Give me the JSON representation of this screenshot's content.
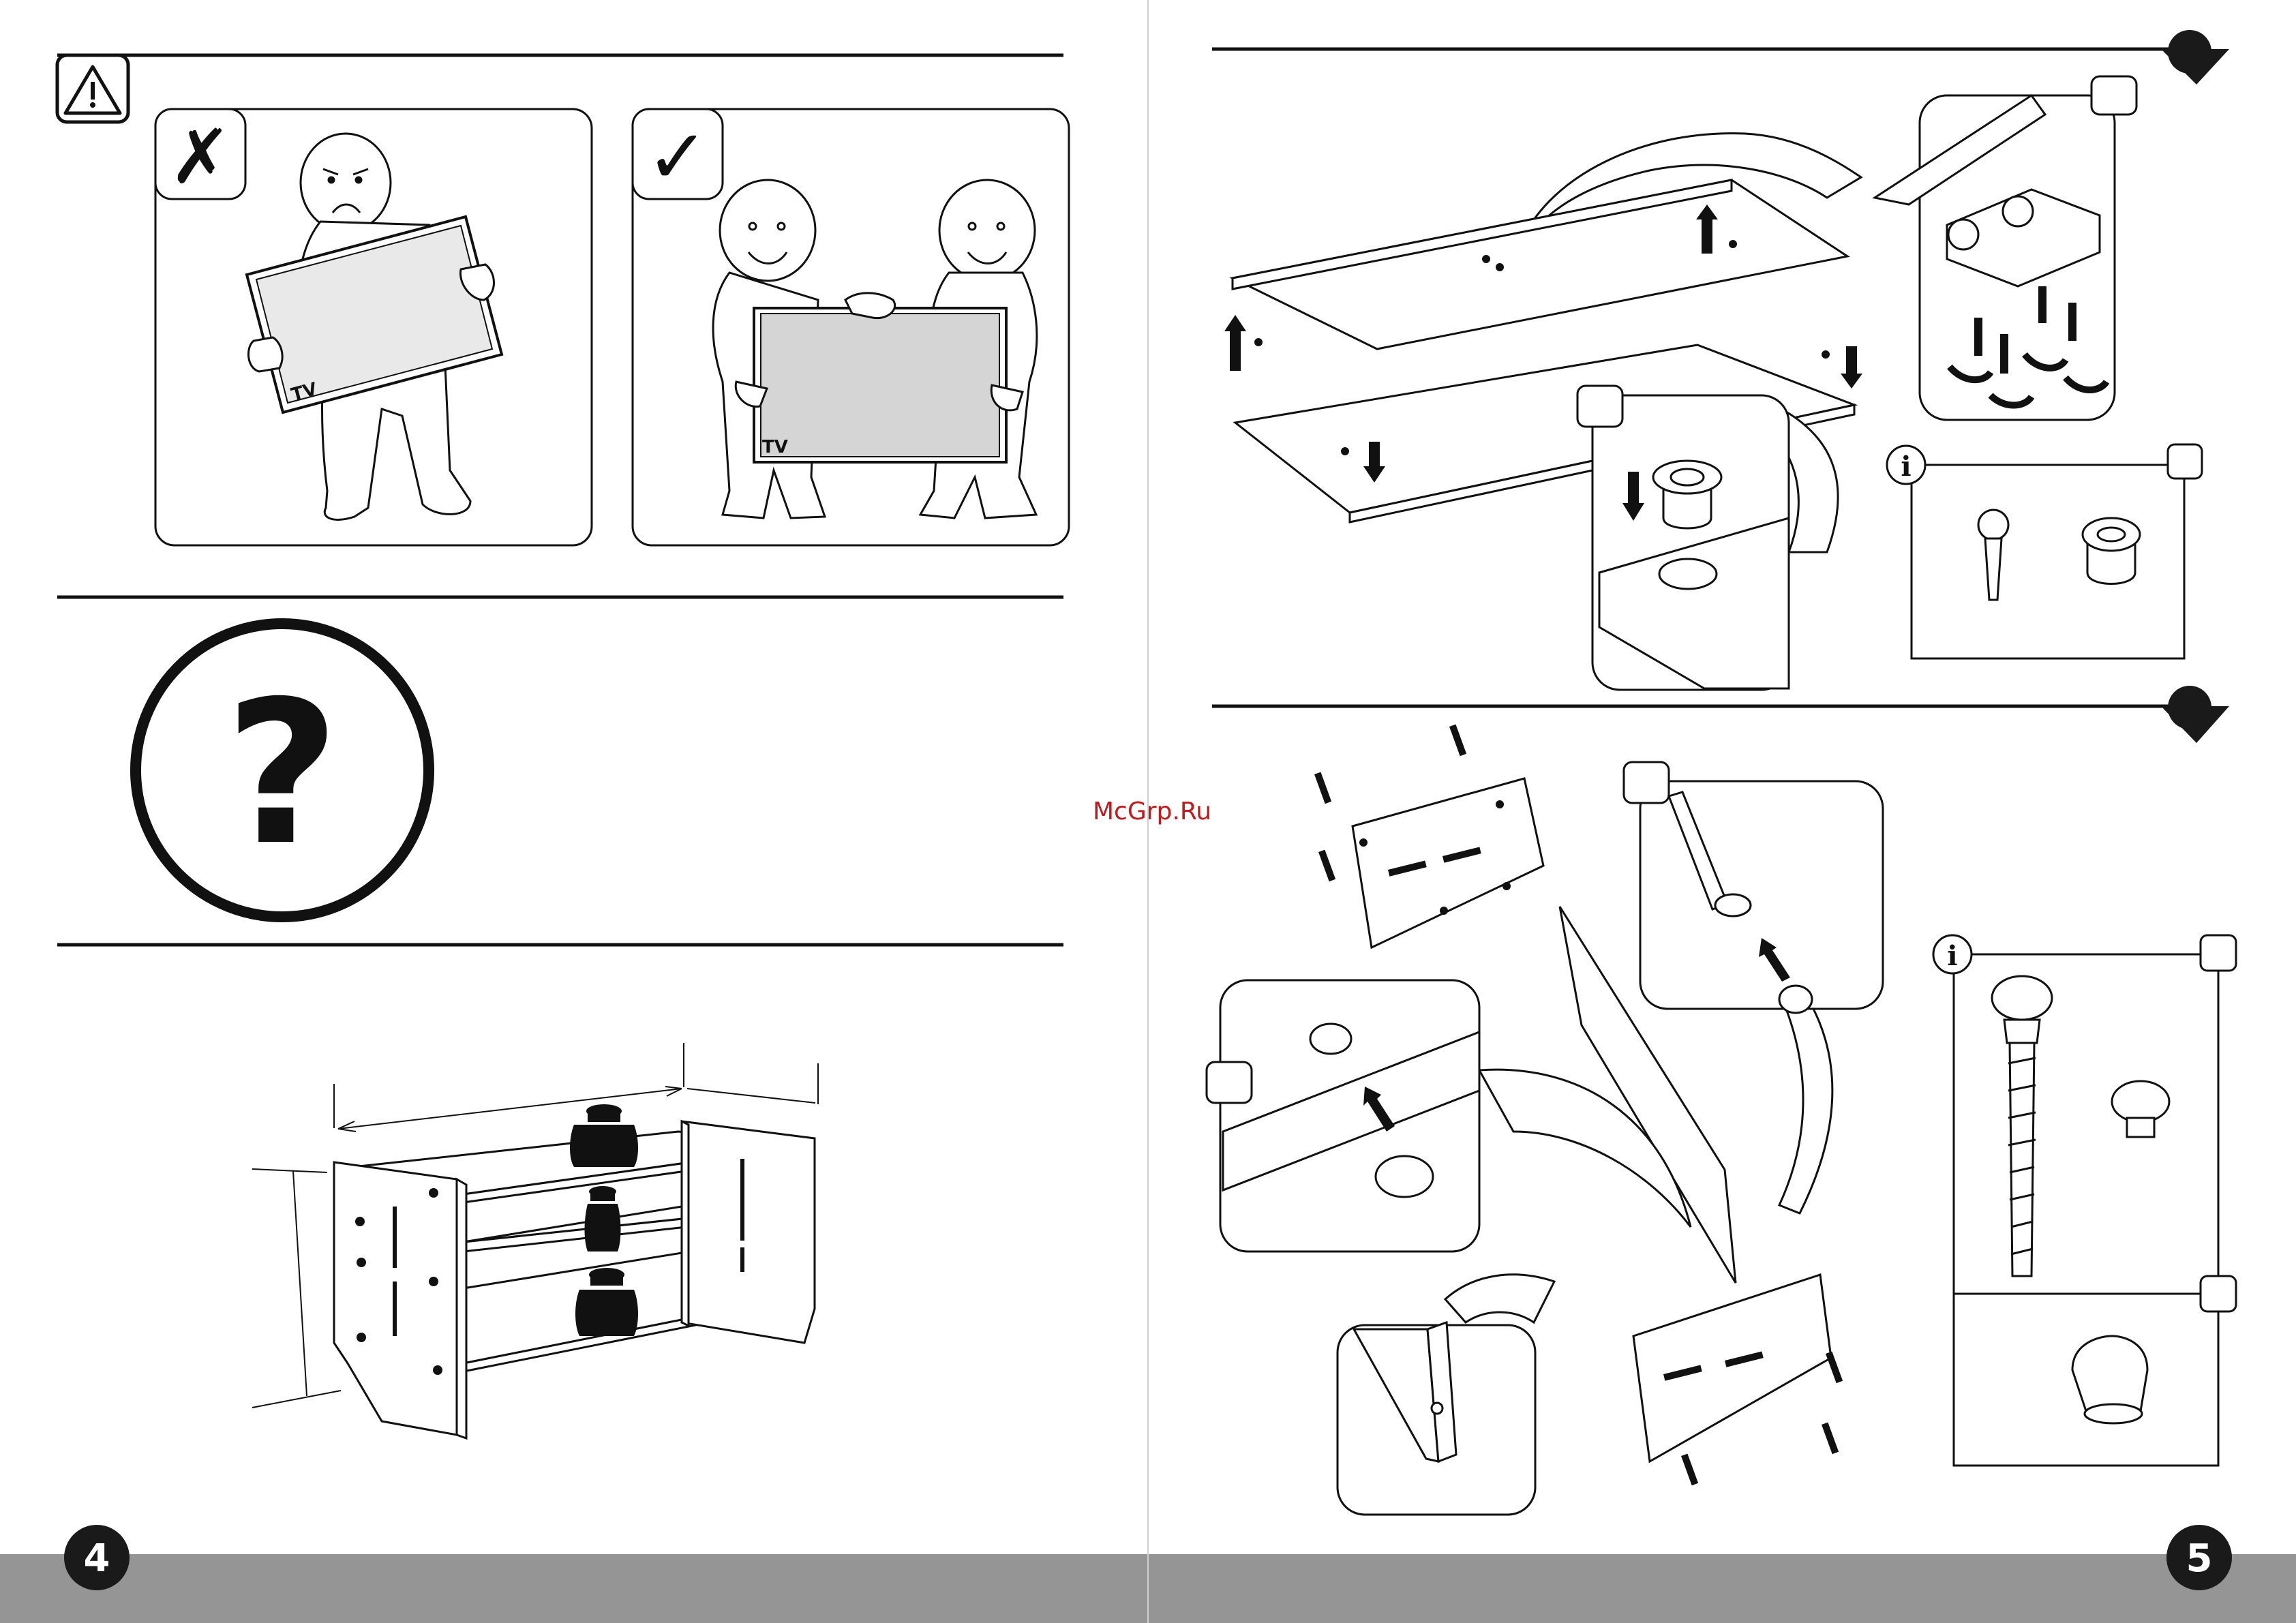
{
  "left_page": {
    "page_number": "4",
    "warning_panel_bad": {
      "tv_label": "TV",
      "mark": "✗"
    },
    "warning_panel_good": {
      "tv_label": "TV",
      "mark": "✓"
    },
    "help_symbol": "?"
  },
  "right_page": {
    "page_number": "5",
    "info_symbol": "i"
  },
  "watermark": "McGrp.Ru",
  "colors": {
    "footer_bar": "#959595",
    "ink": "#111111",
    "tv_screen": "#e9e9e9",
    "tv_screen_good": "#d5d5d5",
    "page_marker": "#1a1a1a"
  }
}
